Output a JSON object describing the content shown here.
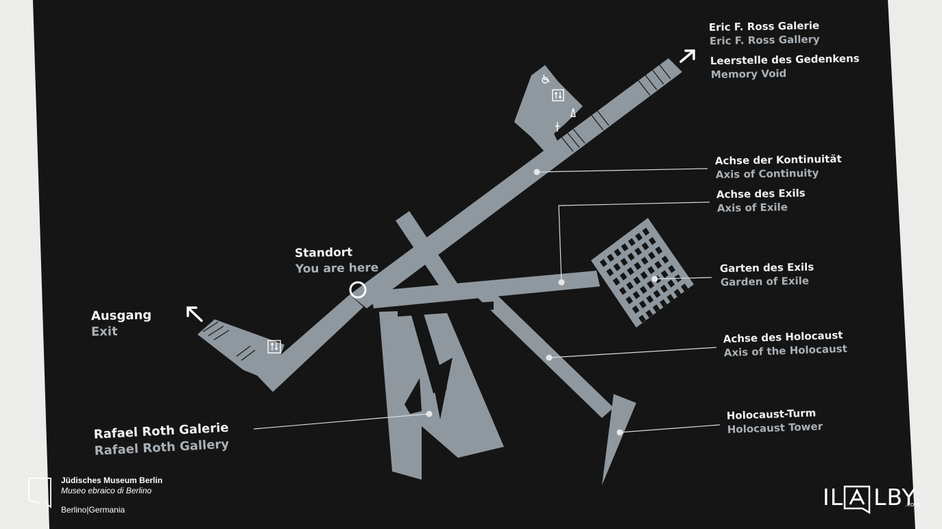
{
  "sign": {
    "labels": [
      {
        "id": "eric-ross",
        "de": "Eric F. Ross Galerie",
        "en": "Eric F. Ross Gallery"
      },
      {
        "id": "memory-void",
        "de": "Leerstelle des Gedenkens",
        "en": "Memory Void"
      },
      {
        "id": "continuity",
        "de": "Achse der Kontinuität",
        "en": "Axis of Continuity"
      },
      {
        "id": "exile",
        "de": "Achse des Exils",
        "en": "Axis of Exile"
      },
      {
        "id": "standort",
        "de": "Standort",
        "en": "You are here"
      },
      {
        "id": "garden",
        "de": "Garten des Exils",
        "en": "Garden of Exile"
      },
      {
        "id": "ausgang",
        "de": "Ausgang",
        "en": "Exit"
      },
      {
        "id": "holocaust-axis",
        "de": "Achse des Holocaust",
        "en": "Axis of the Holocaust"
      },
      {
        "id": "tower",
        "de": "Holocaust-Turm",
        "en": "Holocaust Tower"
      },
      {
        "id": "rafael-roth",
        "de": "Rafael Roth Galerie",
        "en": "Rafael Roth Gallery"
      }
    ]
  },
  "credit": {
    "name": "Jüdisches Museum Berlin",
    "subtitle": "Museo ebraico di Berlino",
    "city": "Berlino|Germania"
  },
  "watermark": {
    "left": "IL",
    "right": "LBY",
    "suffix": ".com"
  },
  "colors": {
    "sign_bg": "#151515",
    "wall": "#ececea",
    "route": "#8f989f",
    "label_de": "#f2f2f2",
    "label_en": "#a9b0b6"
  }
}
